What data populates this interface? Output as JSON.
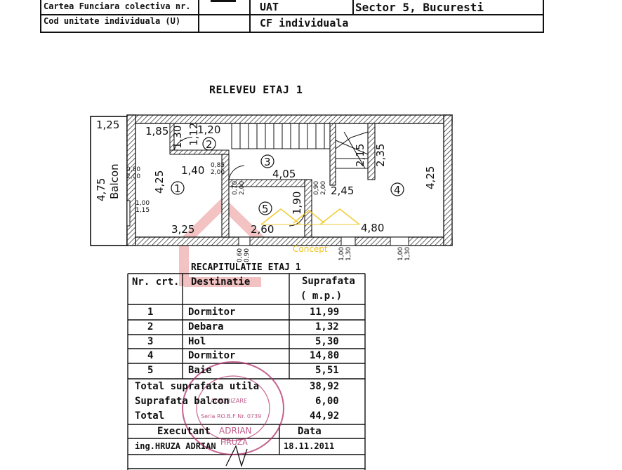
{
  "header": {
    "row1_label": "Cartea Funciara colectiva nr.",
    "row1_mid": "UAT",
    "row1_value": "Sector 5, Bucuresti",
    "row2_label": "Cod unitate individuala (U)",
    "row2_mid": "CF individuala"
  },
  "plan": {
    "title": "RELEVEU ETAJ 1",
    "balcon_label": "Balcon",
    "dims": {
      "d125": "1,25",
      "d185": "1,85",
      "d130": "1,30",
      "d120": "1,20",
      "d112": "1,12",
      "d475": "4,75",
      "d425a": "4,25",
      "d140": "1,40",
      "d405": "4,05",
      "d215": "2,15",
      "d235": "2,35",
      "d425b": "4,25",
      "d245": "2,45",
      "d190": "1,90",
      "d325": "3,25",
      "d260": "2,60",
      "d480": "4,80",
      "w080": "0,80",
      "w200a": "2,00",
      "w085": "0,85",
      "w200b": "2,00",
      "w070": "0,70",
      "w200c": "2,00",
      "w090": "0,90",
      "w200d": "2,00",
      "w100": "1,00",
      "w115": "1,15",
      "b060": "0,60",
      "b090": "0,90",
      "b100a": "1,00",
      "b130a": "1,30",
      "b100b": "1,00",
      "b130b": "1,30"
    },
    "rooms": [
      "1",
      "2",
      "3",
      "4",
      "5"
    ],
    "watermark_brand": "Concept"
  },
  "summary": {
    "title": "RECAPITULATIE ETAJ 1",
    "col_nr": "Nr. crt.",
    "col_dest": "Destinatie",
    "col_surf": "Suprafata",
    "col_unit": "( m.p.)",
    "rows": [
      {
        "nr": "1",
        "dest": "Dormitor",
        "surf": "11,99"
      },
      {
        "nr": "2",
        "dest": "Debara",
        "surf": "1,32"
      },
      {
        "nr": "3",
        "dest": "Hol",
        "surf": "5,30"
      },
      {
        "nr": "4",
        "dest": "Dormitor",
        "surf": "14,80"
      },
      {
        "nr": "5",
        "dest": "Baie",
        "surf": "5,51"
      }
    ],
    "total_util_label": "Total suprafata utila",
    "total_util": "38,92",
    "balcon_label": "Suprafata balcon",
    "balcon": "6,00",
    "total_label": "Total",
    "total": "44,92",
    "executant_label": "Executant",
    "data_label": "Data",
    "executant": "ing.HRUZA ADRIAN",
    "date": "18.11.2011"
  },
  "stamp": {
    "line1": "AUTORIZARE",
    "line2": "Seria RO.B.F Nr. 0739",
    "line3": "ADRIAN",
    "line4": "HRUZA"
  }
}
